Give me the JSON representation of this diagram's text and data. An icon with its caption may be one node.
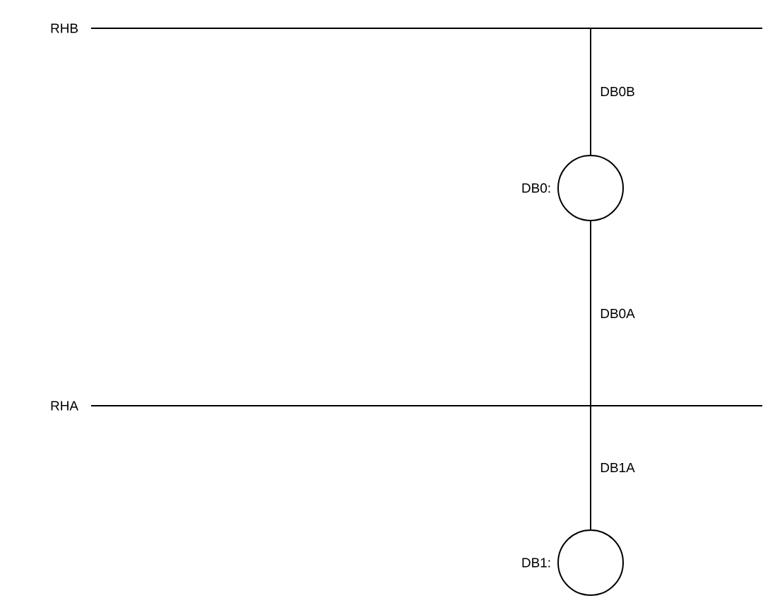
{
  "diagram": {
    "nodes": [
      {
        "text": [
          "RHB"
        ]
      },
      {
        "text": [
          "DB0:"
        ]
      },
      {
        "text": [
          "RHA"
        ]
      },
      {
        "text": [
          "DB1:"
        ]
      }
    ],
    "edges": [
      {
        "from": 0,
        "to": 1,
        "arrow": "none",
        "label": "DB0B"
      },
      {
        "from": 1,
        "to": 2,
        "arrow": "none",
        "label": "DB0A"
      },
      {
        "from": 2,
        "to": 3,
        "arrow": "none",
        "label": "DB1A"
      }
    ]
  }
}
